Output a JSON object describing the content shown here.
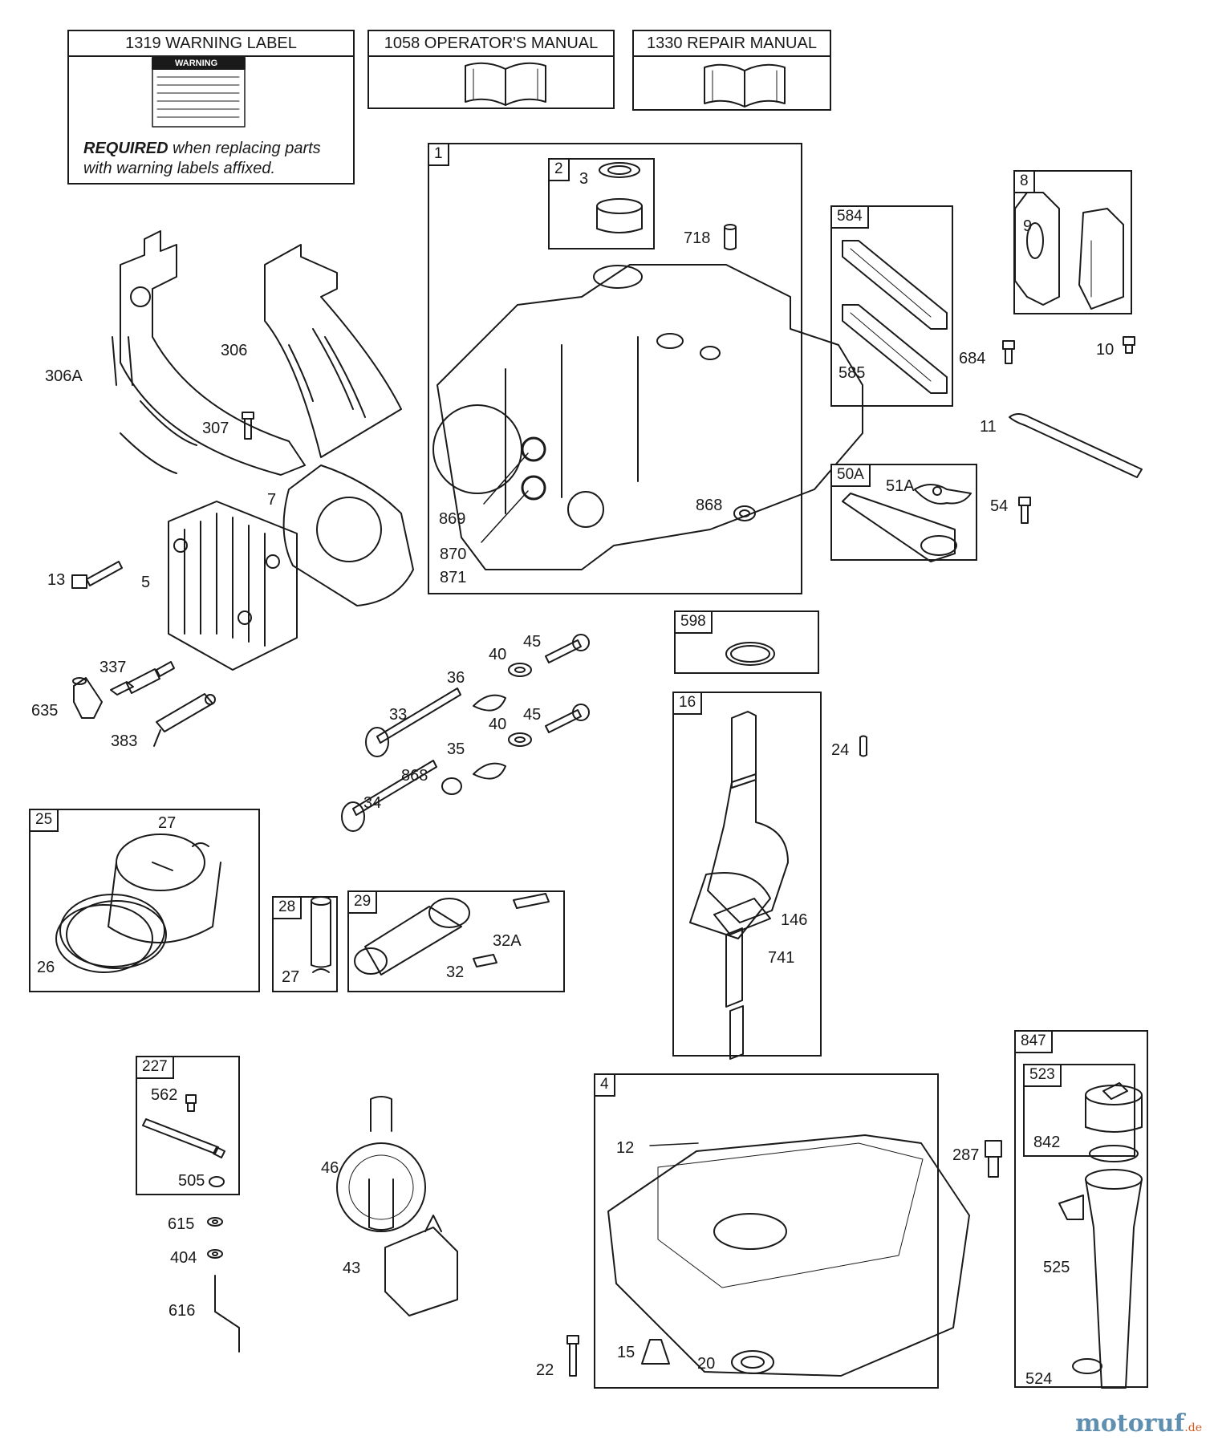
{
  "header_boxes": {
    "warning_label": "1319 WARNING LABEL",
    "operators_manual": "1058 OPERATOR'S MANUAL",
    "repair_manual": "1330 REPAIR MANUAL"
  },
  "warning_note": {
    "bold": "REQUIRED",
    "rest_line1": " when replacing parts",
    "line2": "with warning labels affixed."
  },
  "warning_sticker": "WARNING",
  "group_tags": {
    "g1": "1",
    "g2": "2",
    "g584": "584",
    "g8": "8",
    "g50A": "50A",
    "g598": "598",
    "g16": "16",
    "g25": "25",
    "g28": "28",
    "g29": "29",
    "g227": "227",
    "g4": "4",
    "g847": "847",
    "g523": "523"
  },
  "part_labels": {
    "p306A": "306A",
    "p306": "306",
    "p307": "307",
    "p7": "7",
    "p13": "13",
    "p5": "5",
    "p337": "337",
    "p635": "635",
    "p383": "383",
    "p3": "3",
    "p718": "718",
    "p869": "869",
    "p870": "870",
    "p871": "871",
    "p868a": "868",
    "p9": "9",
    "p585": "585",
    "p684": "684",
    "p10": "10",
    "p11": "11",
    "p51A": "51A",
    "p54": "54",
    "p45a": "45",
    "p40a": "40",
    "p36": "36",
    "p33": "33",
    "p45b": "45",
    "p40b": "40",
    "p35": "35",
    "p868b": "868",
    "p34": "34",
    "p24": "24",
    "p146": "146",
    "p741": "741",
    "p27a": "27",
    "p26": "26",
    "p27b": "27",
    "p32A": "32A",
    "p32": "32",
    "p562": "562",
    "p505": "505",
    "p615": "615",
    "p404": "404",
    "p616": "616",
    "p46": "46",
    "p43": "43",
    "p12": "12",
    "p22": "22",
    "p15": "15",
    "p20": "20",
    "p287": "287",
    "p842": "842",
    "p525": "525",
    "p524": "524"
  },
  "watermark": {
    "brand": "motoruf",
    "tld": ".de"
  }
}
